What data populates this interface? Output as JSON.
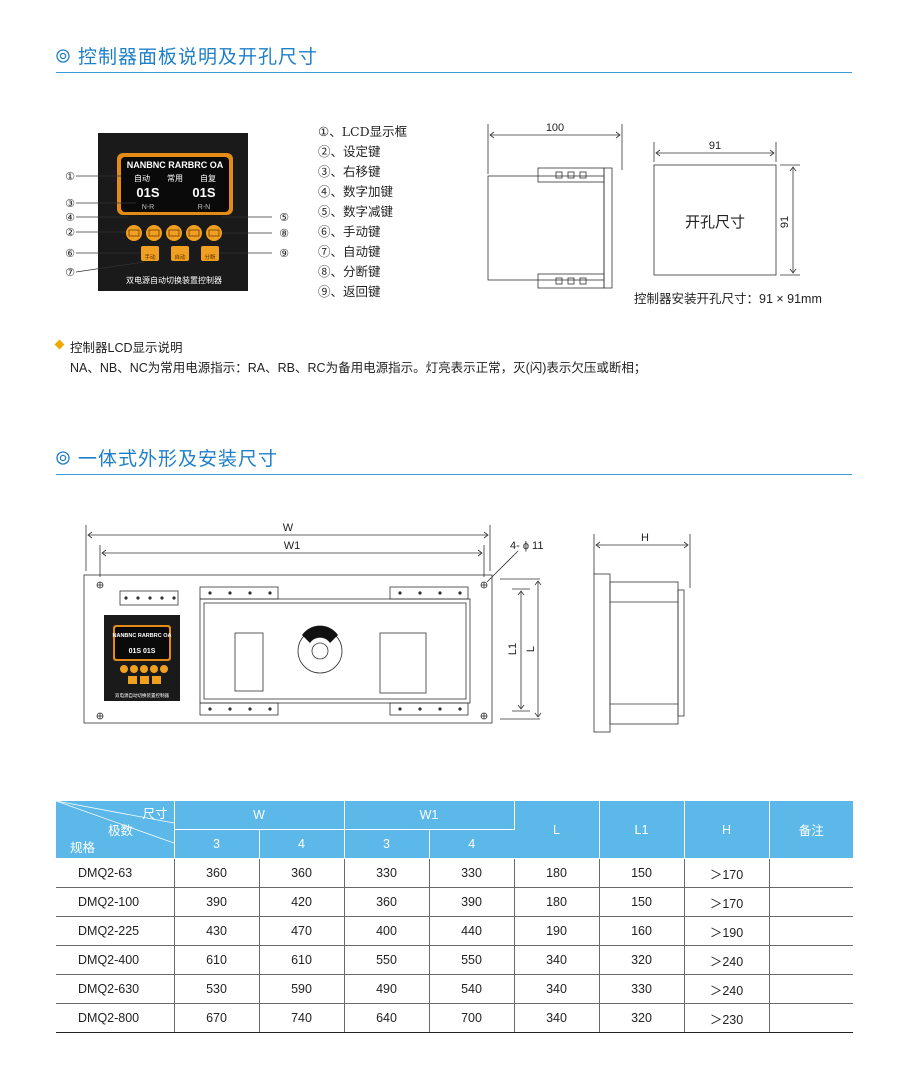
{
  "section1": {
    "title": "控制器面板说明及开孔尺寸"
  },
  "panel": {
    "lcd_title": "NANBNC RARBRC OA",
    "mode_auto": "自动",
    "mode_normal": "常用",
    "mode_reset": "自复",
    "timer_left": "01S",
    "timer_right": "01S",
    "sub_left": "N-R",
    "sub_right": "R-N",
    "btn_manual": "手动",
    "btn_auto": "自动",
    "btn_break": "分断",
    "caption": "双电源自动切换装置控制器",
    "callouts": [
      "①",
      "②",
      "③",
      "④",
      "⑤",
      "⑥",
      "⑦",
      "⑧",
      "⑨"
    ]
  },
  "legend": [
    "①、LCD显示框",
    "②、设定键",
    "③、右移键",
    "④、数字加键",
    "⑤、数字减键",
    "⑥、手动键",
    "⑦、自动键",
    "⑧、分断键",
    "⑨、返回键"
  ],
  "side_view": {
    "dim_depth": "100"
  },
  "cutout": {
    "dim_width": "91",
    "dim_height": "91",
    "label": "开孔尺寸",
    "caption": "控制器安装开孔尺寸：91 × 91mm"
  },
  "note": {
    "heading": "控制器LCD显示说明",
    "text": "NA、NB、NC为常用电源指示：RA、RB、RC为备用电源指示。灯亮表示正常，灭(闪)表示欠压或断相；"
  },
  "section2": {
    "title": "一体式外形及安装尺寸"
  },
  "outline": {
    "dim_w": "W",
    "dim_w1": "W1",
    "dim_hole": "4- ϕ 11",
    "dim_l1": "L1",
    "dim_l": "L",
    "dim_h": "H"
  },
  "table": {
    "corner_size": "尺寸",
    "corner_poles": "极数",
    "corner_model": "规格",
    "headers": [
      "W",
      "W1",
      "L",
      "L1",
      "H",
      "备注"
    ],
    "sub_headers": [
      "3",
      "4",
      "3",
      "4"
    ],
    "rows": [
      [
        "DMQ2-63",
        "360",
        "360",
        "330",
        "330",
        "180",
        "150",
        "＞170",
        ""
      ],
      [
        "DMQ2-100",
        "390",
        "420",
        "360",
        "390",
        "180",
        "150",
        "＞170",
        ""
      ],
      [
        "DMQ2-225",
        "430",
        "470",
        "400",
        "440",
        "190",
        "160",
        "＞190",
        ""
      ],
      [
        "DMQ2-400",
        "610",
        "610",
        "550",
        "550",
        "340",
        "320",
        "＞240",
        ""
      ],
      [
        "DMQ2-630",
        "530",
        "590",
        "490",
        "540",
        "340",
        "330",
        "＞240",
        ""
      ],
      [
        "DMQ2-800",
        "670",
        "740",
        "640",
        "700",
        "340",
        "320",
        "＞230",
        ""
      ]
    ]
  }
}
